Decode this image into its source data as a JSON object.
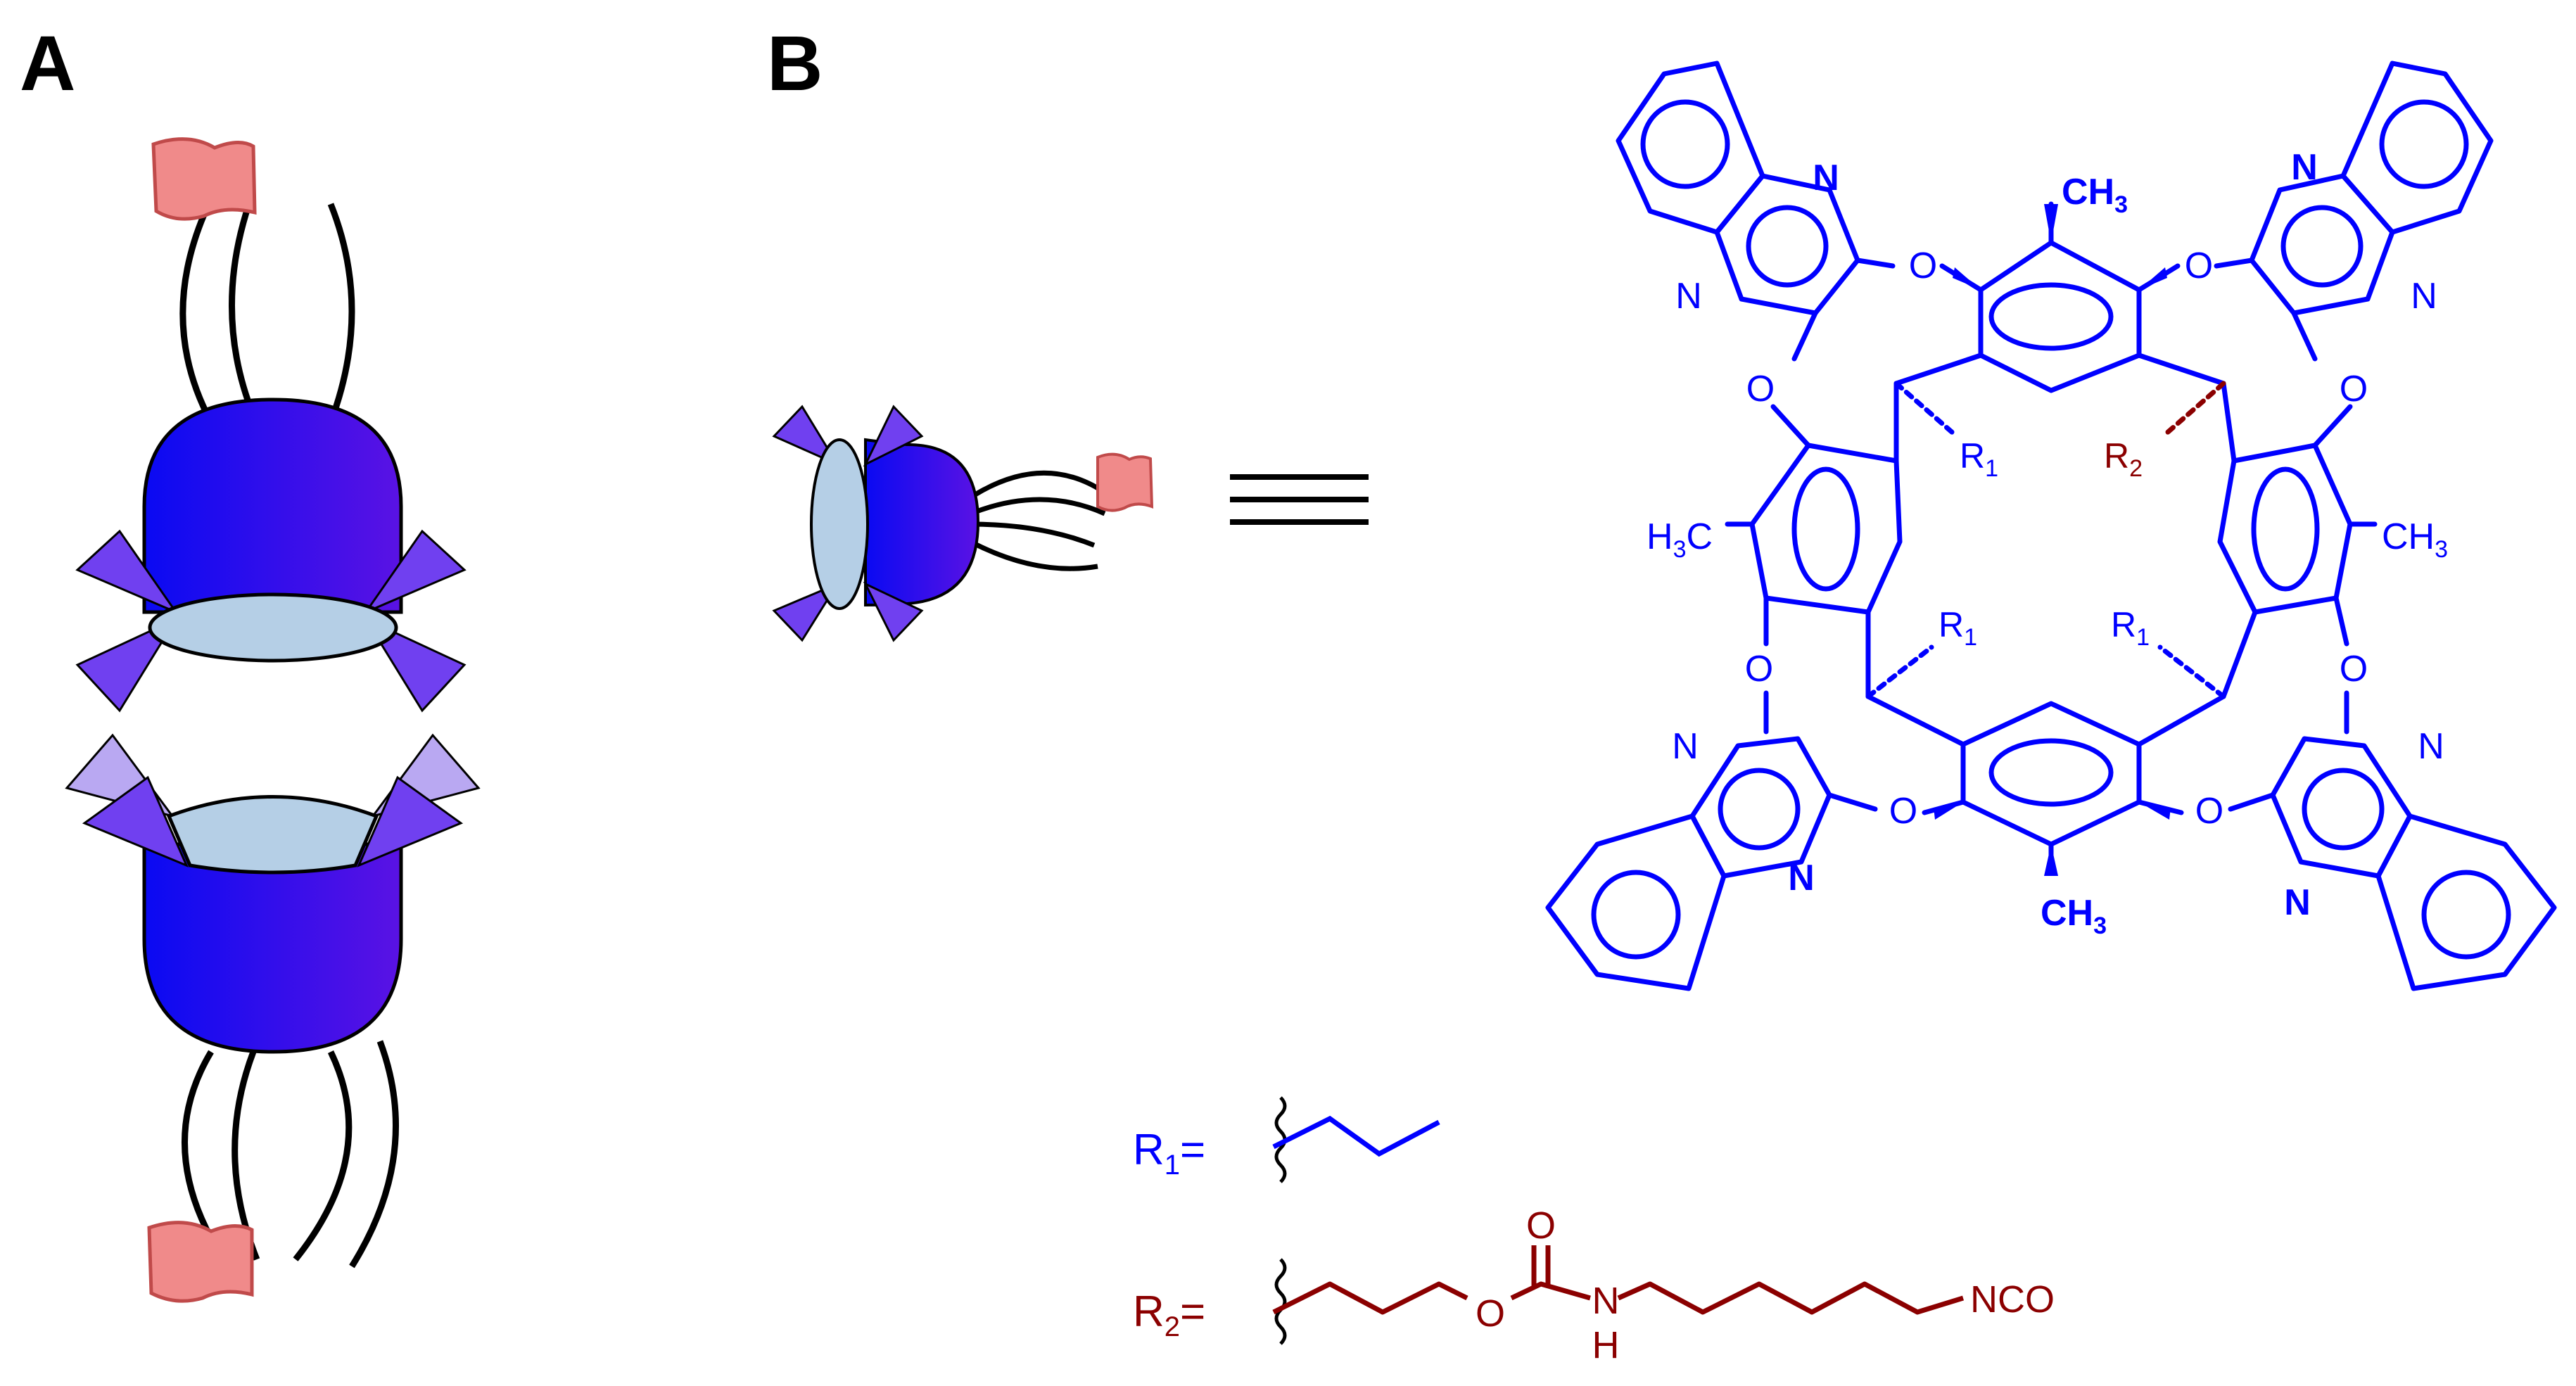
{
  "panels": {
    "a_label": "A",
    "b_label": "B"
  },
  "equivalence_symbol": "≡",
  "structure": {
    "methyl_top": "CH3",
    "methyl_bottom": "CH3",
    "methyl_left": "H3C",
    "methyl_right": "CH3",
    "oxygen": "O",
    "nitrogen": "N",
    "r1": "R1",
    "r2": "R2"
  },
  "substituents": {
    "r1_label": "R1=",
    "r2_label": "R2=",
    "r2_carbonyl_o": "O",
    "r2_ester_o": "O",
    "r2_amide_n": "N",
    "r2_amide_h": "H",
    "r2_terminal": "NCO"
  },
  "colors": {
    "structure": "#0000ff",
    "r2_substituent": "#8b0000",
    "cavitand_dark": "#1a00e0",
    "cavitand_light": "#5a1ae8",
    "flap": "#7040f0",
    "flap_pale": "#b9a8f2",
    "rim": "#b5cfe6",
    "tag": "#f08a8a",
    "tag_edge": "#c04a4a"
  },
  "icons": {
    "capsule_cartoon": "dimeric-capsule-icon",
    "cavitand_cartoon": "cavitand-icon",
    "tag": "fluorophore-tag-icon",
    "wavy_bond": "wavy-bond-icon"
  }
}
